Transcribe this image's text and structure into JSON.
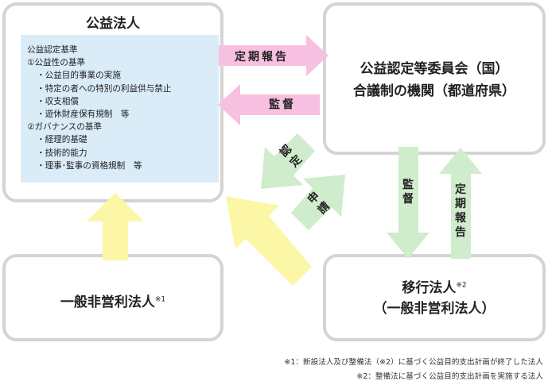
{
  "public_corp": {
    "title": "公益法人",
    "criteria": {
      "heading": "公益認定基準",
      "sections": [
        {
          "label": "①公益性の基準",
          "items": [
            "・公益目的事業の実施",
            "・特定の者への特別の利益供与禁止",
            "・収支相償",
            "・遊休財産保有規制　等"
          ]
        },
        {
          "label": "②ガバナンスの基準",
          "items": [
            "・経理的基礎",
            "・技術的能力",
            "・理事･監事の資格規制　等"
          ]
        }
      ]
    }
  },
  "committee": {
    "line1": "公益認定等委員会（国）",
    "line2": "合議制の機関（都道府県）"
  },
  "general_corp": {
    "title": "一般非営利法人",
    "mark": "※1"
  },
  "transition_corp": {
    "line1": "移行法人",
    "mark": "※2",
    "line2": "（一般非営利法人）"
  },
  "arrows": {
    "report_top": "定期報告",
    "supervise_top": "監督",
    "approve": [
      "認",
      "定"
    ],
    "apply": [
      "申",
      "請"
    ],
    "supervise_down": [
      "監",
      "督"
    ],
    "report_up": [
      "定",
      "期",
      "報",
      "告"
    ]
  },
  "notes": [
    "※1：新設法人及び整備法（※2）に基づく公益目的支出計画が終了した法人",
    "※2：整備法に基づく公益目的支出計画を実施する法人"
  ],
  "colors": {
    "box_border": "#d4d4d4",
    "criteria_bg": "#d9ecf8",
    "pink": "#f7bfe0",
    "green": "#cfeccc",
    "yellow": "#fbf7a6"
  }
}
